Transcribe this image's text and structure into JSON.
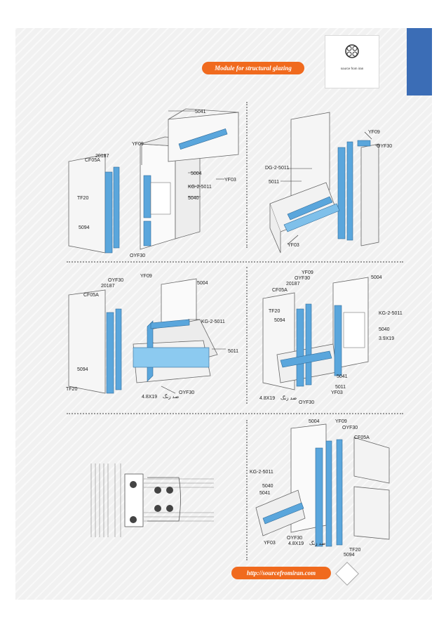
{
  "header": {
    "title": "Module for structural glazing",
    "logo_text": "source from iran"
  },
  "footer": {
    "url": "http://sourcefromiran.com"
  },
  "panel1": {
    "labels": [
      "5041",
      "YF09",
      "20187",
      "CF05A",
      "TF20",
      "5004",
      "KG-2-5011",
      "YF03",
      "5040",
      "5094",
      "OYF30"
    ]
  },
  "panel2": {
    "labels": [
      "YF09",
      "OYF30",
      "DG-2-5011",
      "5011",
      "YF03"
    ]
  },
  "panel3": {
    "labels": [
      "OYF30",
      "YF09",
      "20187",
      "CF05A",
      "5004",
      "KG-2-5011",
      "5011",
      "5094",
      "TF20",
      "4.8X19",
      "ضد زنگ",
      "OYF30"
    ]
  },
  "panel4": {
    "labels": [
      "YF09",
      "OYF30",
      "20187",
      "CF05A",
      "5004",
      "TF20",
      "5094",
      "KG-2-5011",
      "5040",
      "3.9X19",
      "5041",
      "5011",
      "YF03",
      "4.8X19",
      "ضد زنگ",
      "OYF30"
    ]
  },
  "panel6": {
    "labels": [
      "5004",
      "YF09",
      "OYF30",
      "CF05A",
      "KG-2-5011",
      "5040",
      "5041",
      "OYF30",
      "YF03",
      "4.8X19",
      "ضد زنگ",
      "TF20",
      "5094"
    ]
  }
}
